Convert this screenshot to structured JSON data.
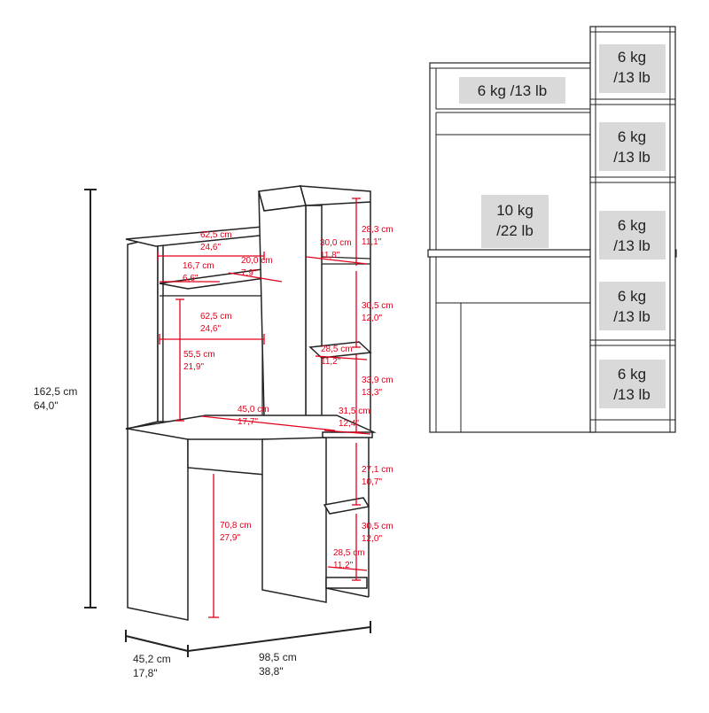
{
  "colors": {
    "dimension_line": "#e0001b",
    "outline": "#222222",
    "load_box": "#d9d9d9"
  },
  "overall": {
    "height_cm": "162,5 cm",
    "height_in": "64,0\"",
    "depth_cm": "45,2 cm",
    "depth_in": "17,8\"",
    "width_cm": "98,5 cm",
    "width_in": "38,8\""
  },
  "dims": {
    "top_shelf_width": {
      "cm": "62,5 cm",
      "in": "24,6\""
    },
    "small_shelf_depth": {
      "cm": "16,7 cm",
      "in": "6,6\""
    },
    "small_shelf_width": {
      "cm": "20,0 cm",
      "in": "7,9\""
    },
    "hutch_inner_width": {
      "cm": "62,5 cm",
      "in": "24,6\""
    },
    "hutch_height": {
      "cm": "55,5 cm",
      "in": "21,9\""
    },
    "desk_depth": {
      "cm": "45,0 cm",
      "in": "17,7\""
    },
    "desk_height": {
      "cm": "70,8 cm",
      "in": "27,9\""
    },
    "tower_width": {
      "cm": "30,0 cm",
      "in": "11,8\""
    },
    "tower_top_gap": {
      "cm": "28,3 cm",
      "in": "11,1\""
    },
    "tower_gap_2": {
      "cm": "30,5 cm",
      "in": "12,0\""
    },
    "tower_shelf_depth": {
      "cm": "28,5 cm",
      "in": "11,2\""
    },
    "tower_gap_3": {
      "cm": "33,9 cm",
      "in": "13,3\""
    },
    "lower_shelf_width": {
      "cm": "31,5 cm",
      "in": "12,4\""
    },
    "lower_gap_1": {
      "cm": "27,1 cm",
      "in": "10,7\""
    },
    "lower_gap_2": {
      "cm": "30,5 cm",
      "in": "12,0\""
    },
    "bottom_shelf_depth": {
      "cm": "28,5 cm",
      "in": "11,2\""
    }
  },
  "loads": {
    "hutch_shelf": "6 kg /13 lb",
    "desk_top": [
      "10 kg",
      "/22 lb"
    ],
    "tower_shelves": [
      [
        "6 kg",
        "/13 lb"
      ],
      [
        "6 kg",
        "/13 lb"
      ],
      [
        "6 kg",
        "/13 lb"
      ],
      [
        "6 kg",
        "/13 lb"
      ],
      [
        "6 kg",
        "/13 lb"
      ]
    ]
  }
}
